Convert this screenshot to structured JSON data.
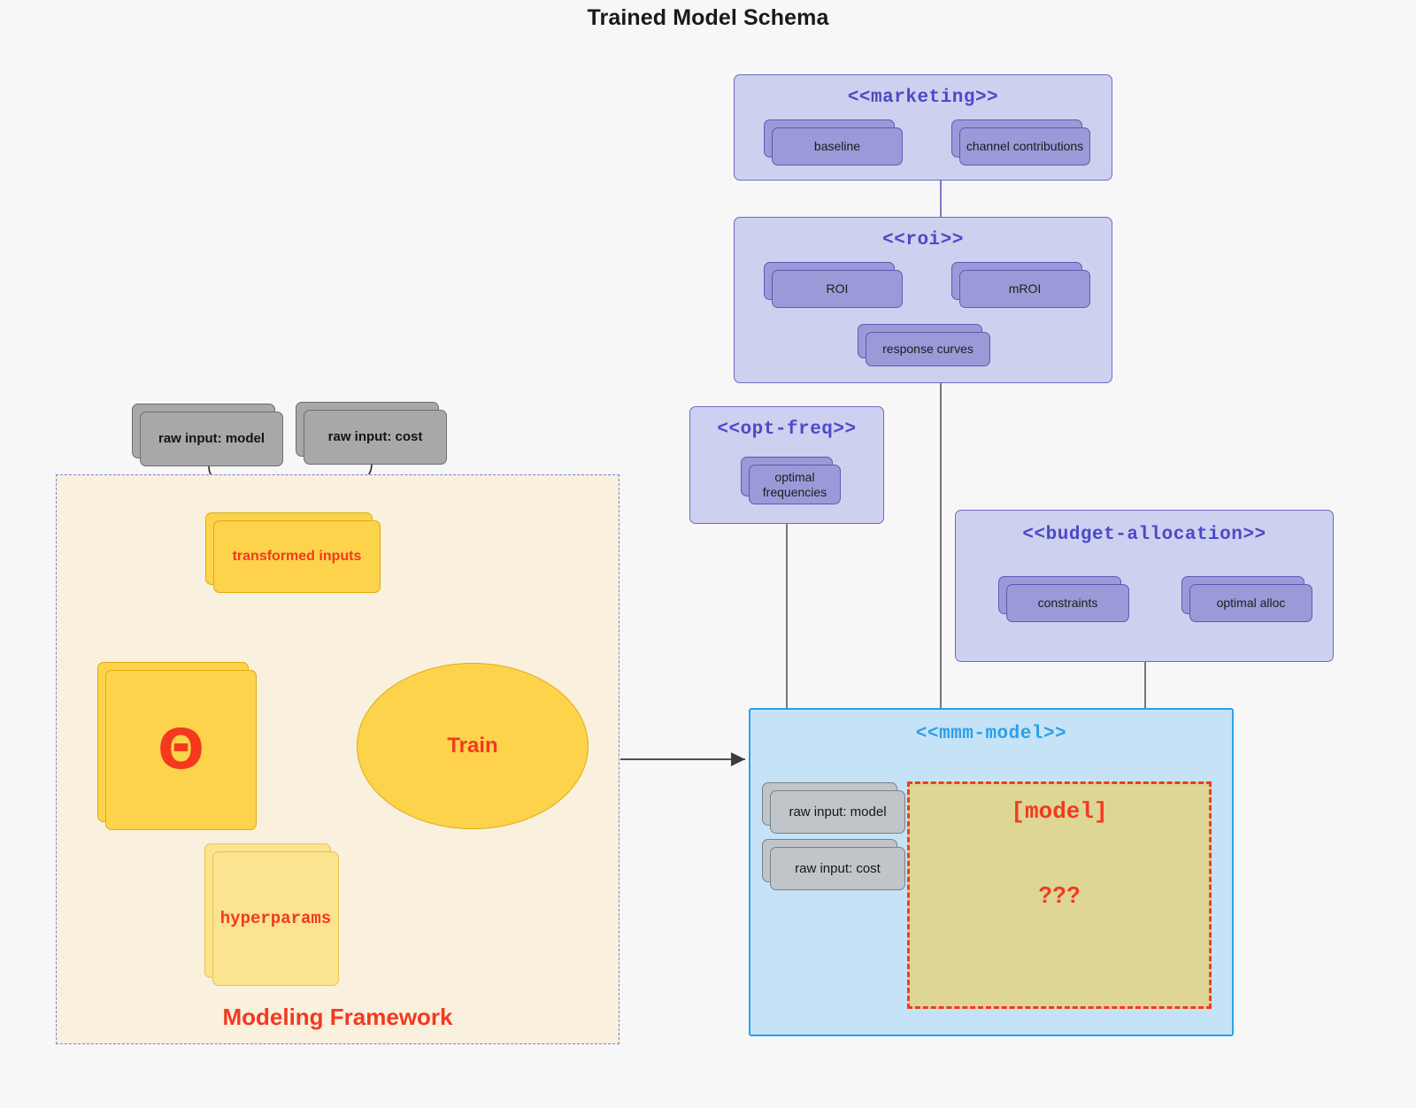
{
  "diagram": {
    "title": "Trained Model Schema",
    "background_color": "#f7f7f7"
  },
  "packages": {
    "marketing": {
      "title": "<<marketing>>",
      "nodes": [
        {
          "label": "baseline"
        },
        {
          "label": "channel contributions"
        }
      ],
      "relation": "bidirectional"
    },
    "roi": {
      "title": "<<roi>>",
      "nodes": [
        {
          "label": "ROI"
        },
        {
          "label": "mROI"
        },
        {
          "label": "response curves"
        }
      ],
      "relation": "bidirectional"
    },
    "opt_freq": {
      "title": "<<opt-freq>>",
      "nodes": [
        {
          "label": "optimal\nfrequencies"
        }
      ]
    },
    "budget_allocation": {
      "title": "<<budget-allocation>>",
      "nodes": [
        {
          "label": "constraints"
        },
        {
          "label": "optimal alloc"
        }
      ],
      "relation": "bidirectional"
    },
    "mmm_model": {
      "title": "<<mmm-model>>",
      "inputs": [
        {
          "label": "raw input: model"
        },
        {
          "label": "raw input: cost"
        }
      ],
      "placeholder": {
        "label": "[model]",
        "unknown": "???"
      }
    }
  },
  "framework": {
    "label": "Modeling Framework",
    "raw_inputs": [
      {
        "label": "raw input: model"
      },
      {
        "label": "raw input: cost"
      }
    ],
    "transformed_inputs": {
      "label": "transformed inputs"
    },
    "theta": {
      "label": "Θ"
    },
    "hyperparams": {
      "label": "hyperparams"
    },
    "train": {
      "label": "Train"
    }
  },
  "colors": {
    "package_fill": "#ced0ef",
    "package_border": "#6c6cc4",
    "package_title": "#4a4ac8",
    "node_purple": "#9a9ad8",
    "node_grey": "#a8a8a8",
    "node_grey_light": "#bfc5c9",
    "node_yellow": "#fcd34b",
    "node_yellow_soft": "#fbe390",
    "accent_red": "#f4391f",
    "mmm_fill": "#c6e2f7",
    "mmm_border": "#2ca0e8",
    "model_fill": "#ddd694",
    "framework_fill": "#f9f0de",
    "framework_border": "#7b7fd0"
  }
}
